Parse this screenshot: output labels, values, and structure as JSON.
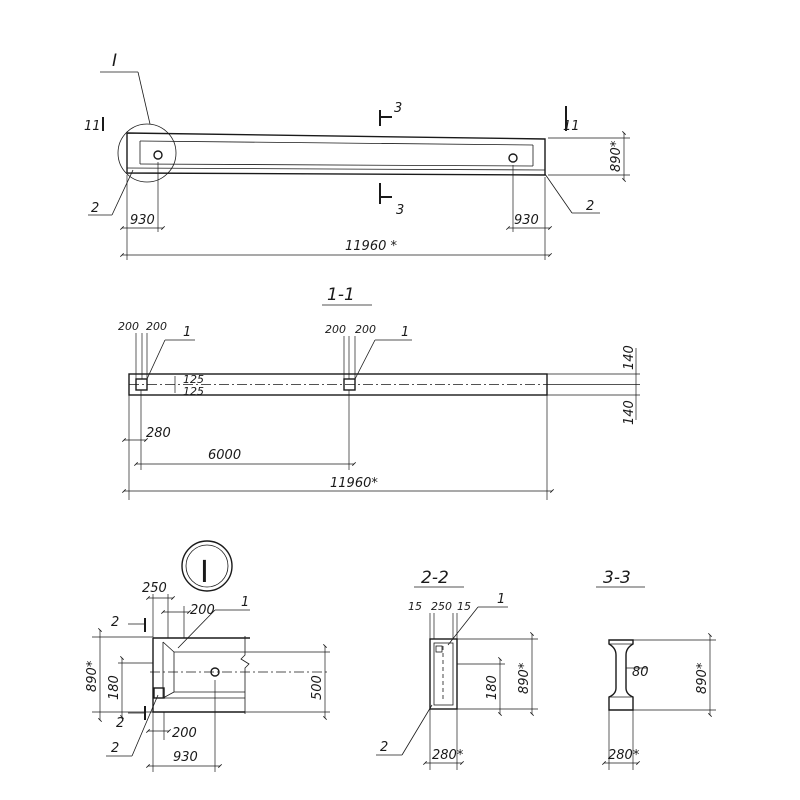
{
  "main_view": {
    "marker_I": "I",
    "label_11": "11",
    "label_3": "3",
    "label_2": "2",
    "dim_930": "930",
    "dim_890": "890*",
    "dim_total": "11960 *"
  },
  "section_1_1": {
    "title": "1-1",
    "dim_200": "200",
    "pos_1": "1",
    "dim_125": "125",
    "dim_140": "140",
    "dim_280": "280",
    "dim_6000": "6000",
    "dim_total": "11960*"
  },
  "detail_I": {
    "marker": "I",
    "dim_250": "250",
    "dim_200": "200",
    "pos_1": "1",
    "label_2": "2",
    "dim_890": "890*",
    "dim_180": "180",
    "dim_500": "500",
    "dim_930": "930"
  },
  "section_2_2": {
    "title": "2-2",
    "dim_15": "15",
    "dim_250": "250",
    "pos_1": "1",
    "dim_180": "180",
    "dim_890": "890*",
    "label_2": "2",
    "dim_280": "280*"
  },
  "section_3_3": {
    "title": "3-3",
    "dim_80": "80",
    "dim_890": "890*",
    "dim_280": "280*"
  }
}
